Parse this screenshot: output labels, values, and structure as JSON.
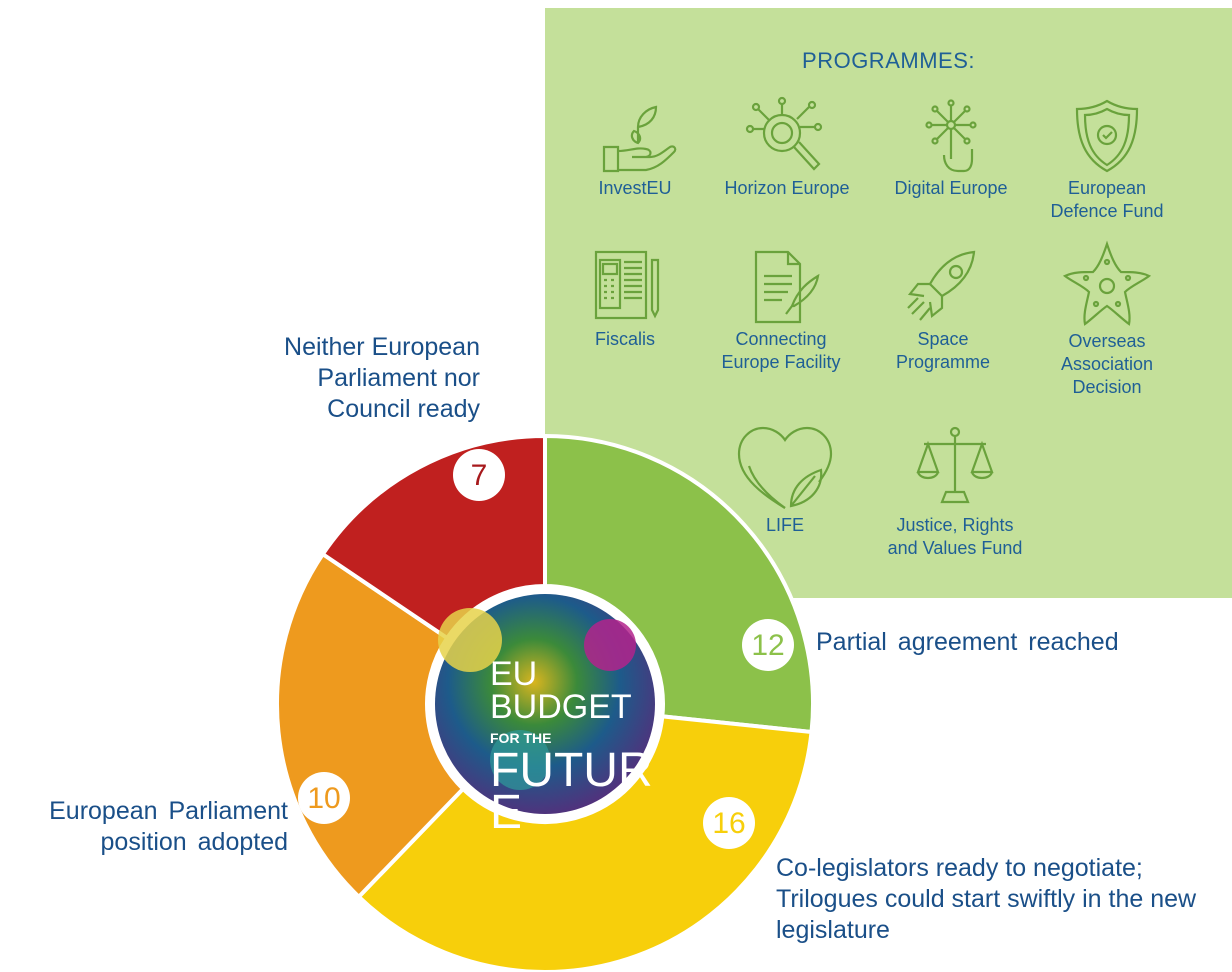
{
  "colors": {
    "panel": "#c4e09a",
    "label_text": "#1a4f88",
    "program_text": "#1f5f96",
    "icon_stroke": "#6aa23c"
  },
  "programmes": {
    "title": "PROGRAMMES:",
    "items": [
      {
        "label": "InvestEU",
        "icon": "hand-plant-icon"
      },
      {
        "label": "Horizon Europe",
        "icon": "magnifier-network-icon"
      },
      {
        "label": "Digital Europe",
        "icon": "digital-hand-icon"
      },
      {
        "label": "European Defence Fund",
        "icon": "shield-check-icon"
      },
      {
        "label": "Fiscalis",
        "icon": "calculator-documents-icon"
      },
      {
        "label": "Connecting Europe Facility",
        "icon": "document-pen-icon"
      },
      {
        "label": "Space Programme",
        "icon": "rocket-icon"
      },
      {
        "label": "Overseas Association Decision",
        "icon": "starfish-icon"
      },
      {
        "label": "LIFE",
        "icon": "heart-leaf-icon"
      },
      {
        "label": "Justice, Rights and Values Fund",
        "icon": "scales-icon"
      }
    ]
  },
  "center": {
    "line1": "EU",
    "line2": "BUDGET",
    "line3": "FOR THE",
    "line4": "FUTURE"
  },
  "chart_data": {
    "type": "pie",
    "style": "donut",
    "categories": [
      "Partial agreement reached",
      "Co-legislators ready to negotiate; Trilogues could start swiftly in the new legislature",
      "European Parliament position adopted",
      "Neither European Parliament nor Council ready"
    ],
    "values": [
      12,
      16,
      10,
      7
    ],
    "colors": [
      "#8cc14a",
      "#f7cf0b",
      "#ee9a1e",
      "#c0201f"
    ],
    "value_colors": [
      "#8cc14a",
      "#f7cf0b",
      "#ee9a1e",
      "#a7191c"
    ],
    "labels": [
      {
        "text": "Partial agreement reached",
        "value": 12
      },
      {
        "text": "Co-legislators ready to negotiate; Trilogues could start swiftly in the new legislature",
        "value": 16
      },
      {
        "text": "European Parliament position adopted",
        "value": 10
      },
      {
        "text": "Neither European Parliament nor Council ready",
        "value": 7
      }
    ]
  }
}
